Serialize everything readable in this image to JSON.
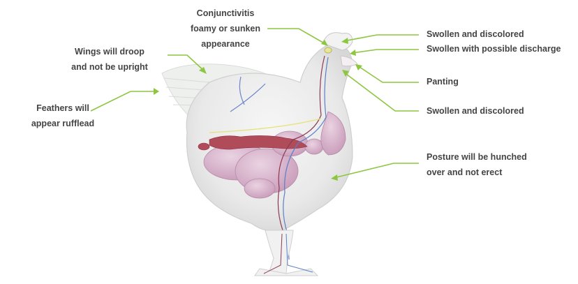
{
  "accent_color": "#8dc63f",
  "labels": {
    "conjunctivitis": [
      "Conjunctivitis",
      "foamy or sunken",
      "appearance"
    ],
    "wings": [
      "Wings will droop",
      "and not be upright"
    ],
    "feathers": [
      "Feathers will",
      "appear rufflead"
    ],
    "comb": [
      "Swollen and discolored"
    ],
    "nostrils": [
      "Swollen with possible discharge"
    ],
    "beak": [
      "Panting"
    ],
    "wattles": [
      "Swollen and discolored"
    ],
    "posture": [
      "Posture will be hunched",
      "over and not erect"
    ]
  }
}
